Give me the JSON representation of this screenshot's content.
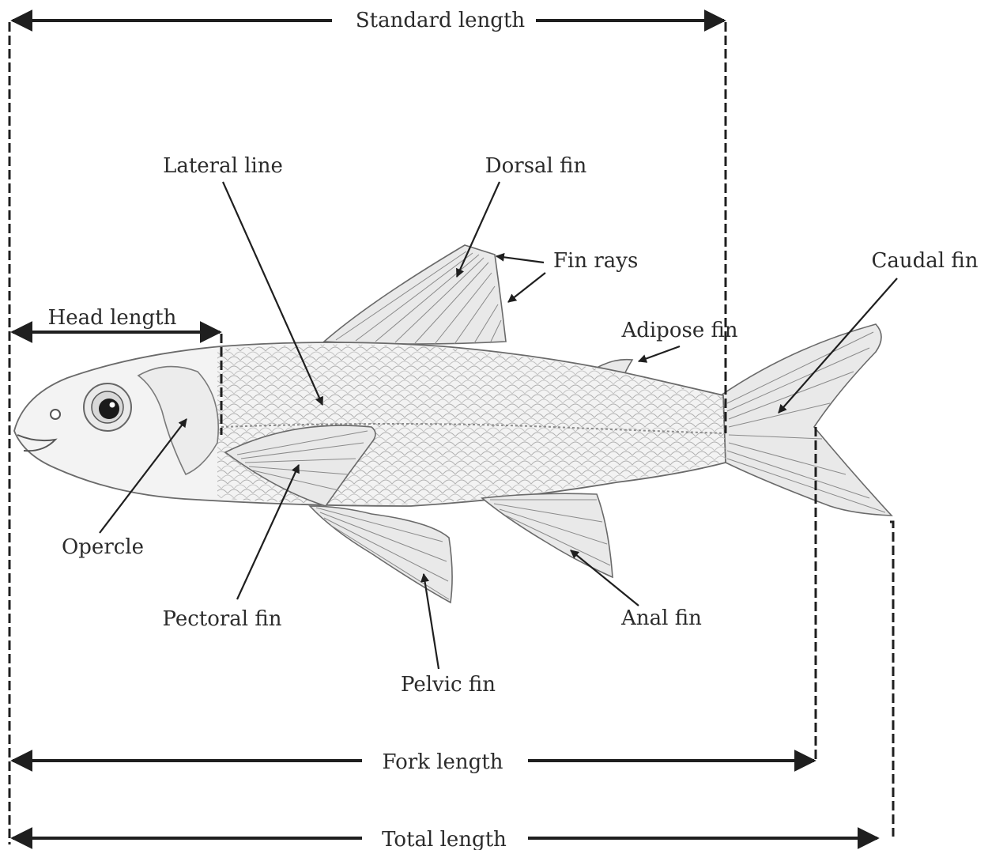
{
  "labels": {
    "standard_length": "Standard length",
    "lateral_line": "Lateral line",
    "dorsal_fin": "Dorsal fin",
    "fin_rays": "Fin rays",
    "caudal_fin": "Caudal fin",
    "head_length": "Head length",
    "adipose_fin": "Adipose fin",
    "opercle": "Opercle",
    "pectoral_fin": "Pectoral fin",
    "anal_fin": "Anal fin",
    "pelvic_fin": "Pelvic fin",
    "fork_length": "Fork length",
    "total_length": "Total length"
  },
  "colors": {
    "ink": "#1f1f1f",
    "fish_fill": "#f2f2f2",
    "fin_fill": "#e9e9e9"
  },
  "illustration": "fish-illustration"
}
